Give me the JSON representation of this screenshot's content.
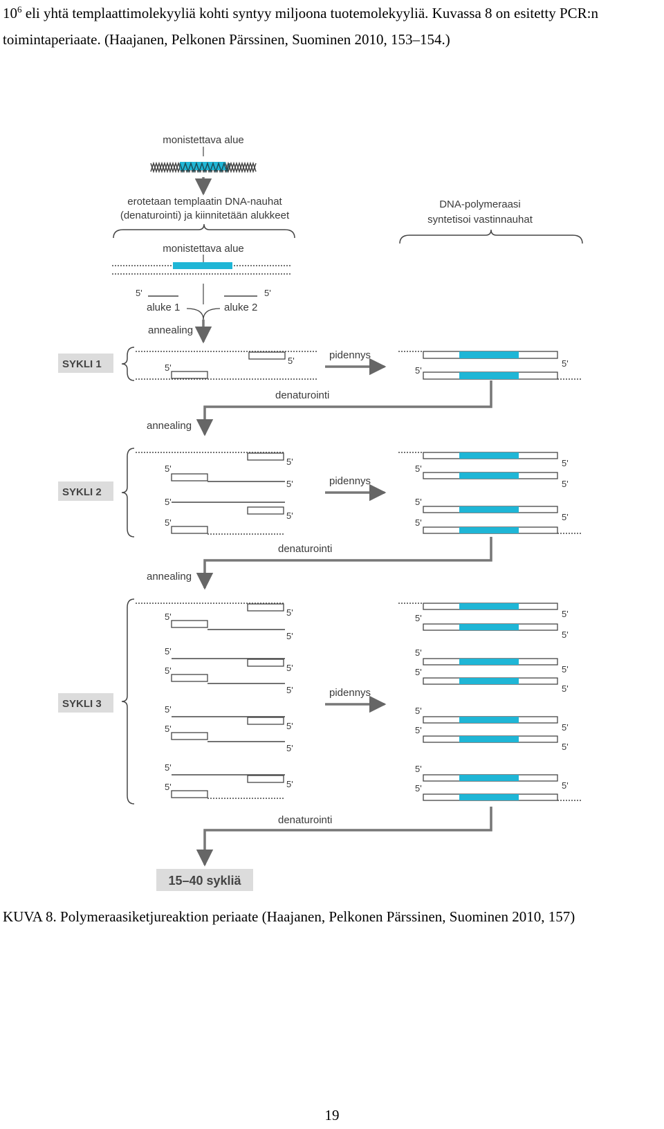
{
  "intro": {
    "exp_base": "10",
    "exp_sup": "6",
    "text": " eli yhtä templaattimolekyyliä kohti syntyy miljoona tuotemolekyyliä. Kuvassa 8 on esitetty PCR:n toimintaperiaate. (Haajanen, Pelkonen Pärssinen, Suominen 2010, 153–154.)"
  },
  "figure": {
    "label_region_top": "monistettava alue",
    "label_separate_1": "erotetaan templaatin DNA-nauhat",
    "label_separate_2": "(denaturointi) ja kiinnitetään alukkeet",
    "label_region_mid": "monistettava alue",
    "label_polymerase_1": "DNA-polymeraasi",
    "label_polymerase_2": "syntetisoi vastinnauhat",
    "primer_1": "aluke 1",
    "primer_2": "aluke 2",
    "annealing": "annealing",
    "extension": "pidennys",
    "denaturation": "denaturointi",
    "five_prime": "5'",
    "cycle_1": "SYKLI 1",
    "cycle_2": "SYKLI 2",
    "cycle_3": "SYKLI 3",
    "final": "15–40 sykliä",
    "colors": {
      "highlight": "#1fb6d6",
      "line": "#444444",
      "arrow": "#777777",
      "label_box": "#dcdcdc"
    }
  },
  "caption": "KUVA 8. Polymeraasiketjureaktion periaate (Haajanen, Pelkonen Pärssinen, Suominen 2010, 157)",
  "page_number": "19"
}
